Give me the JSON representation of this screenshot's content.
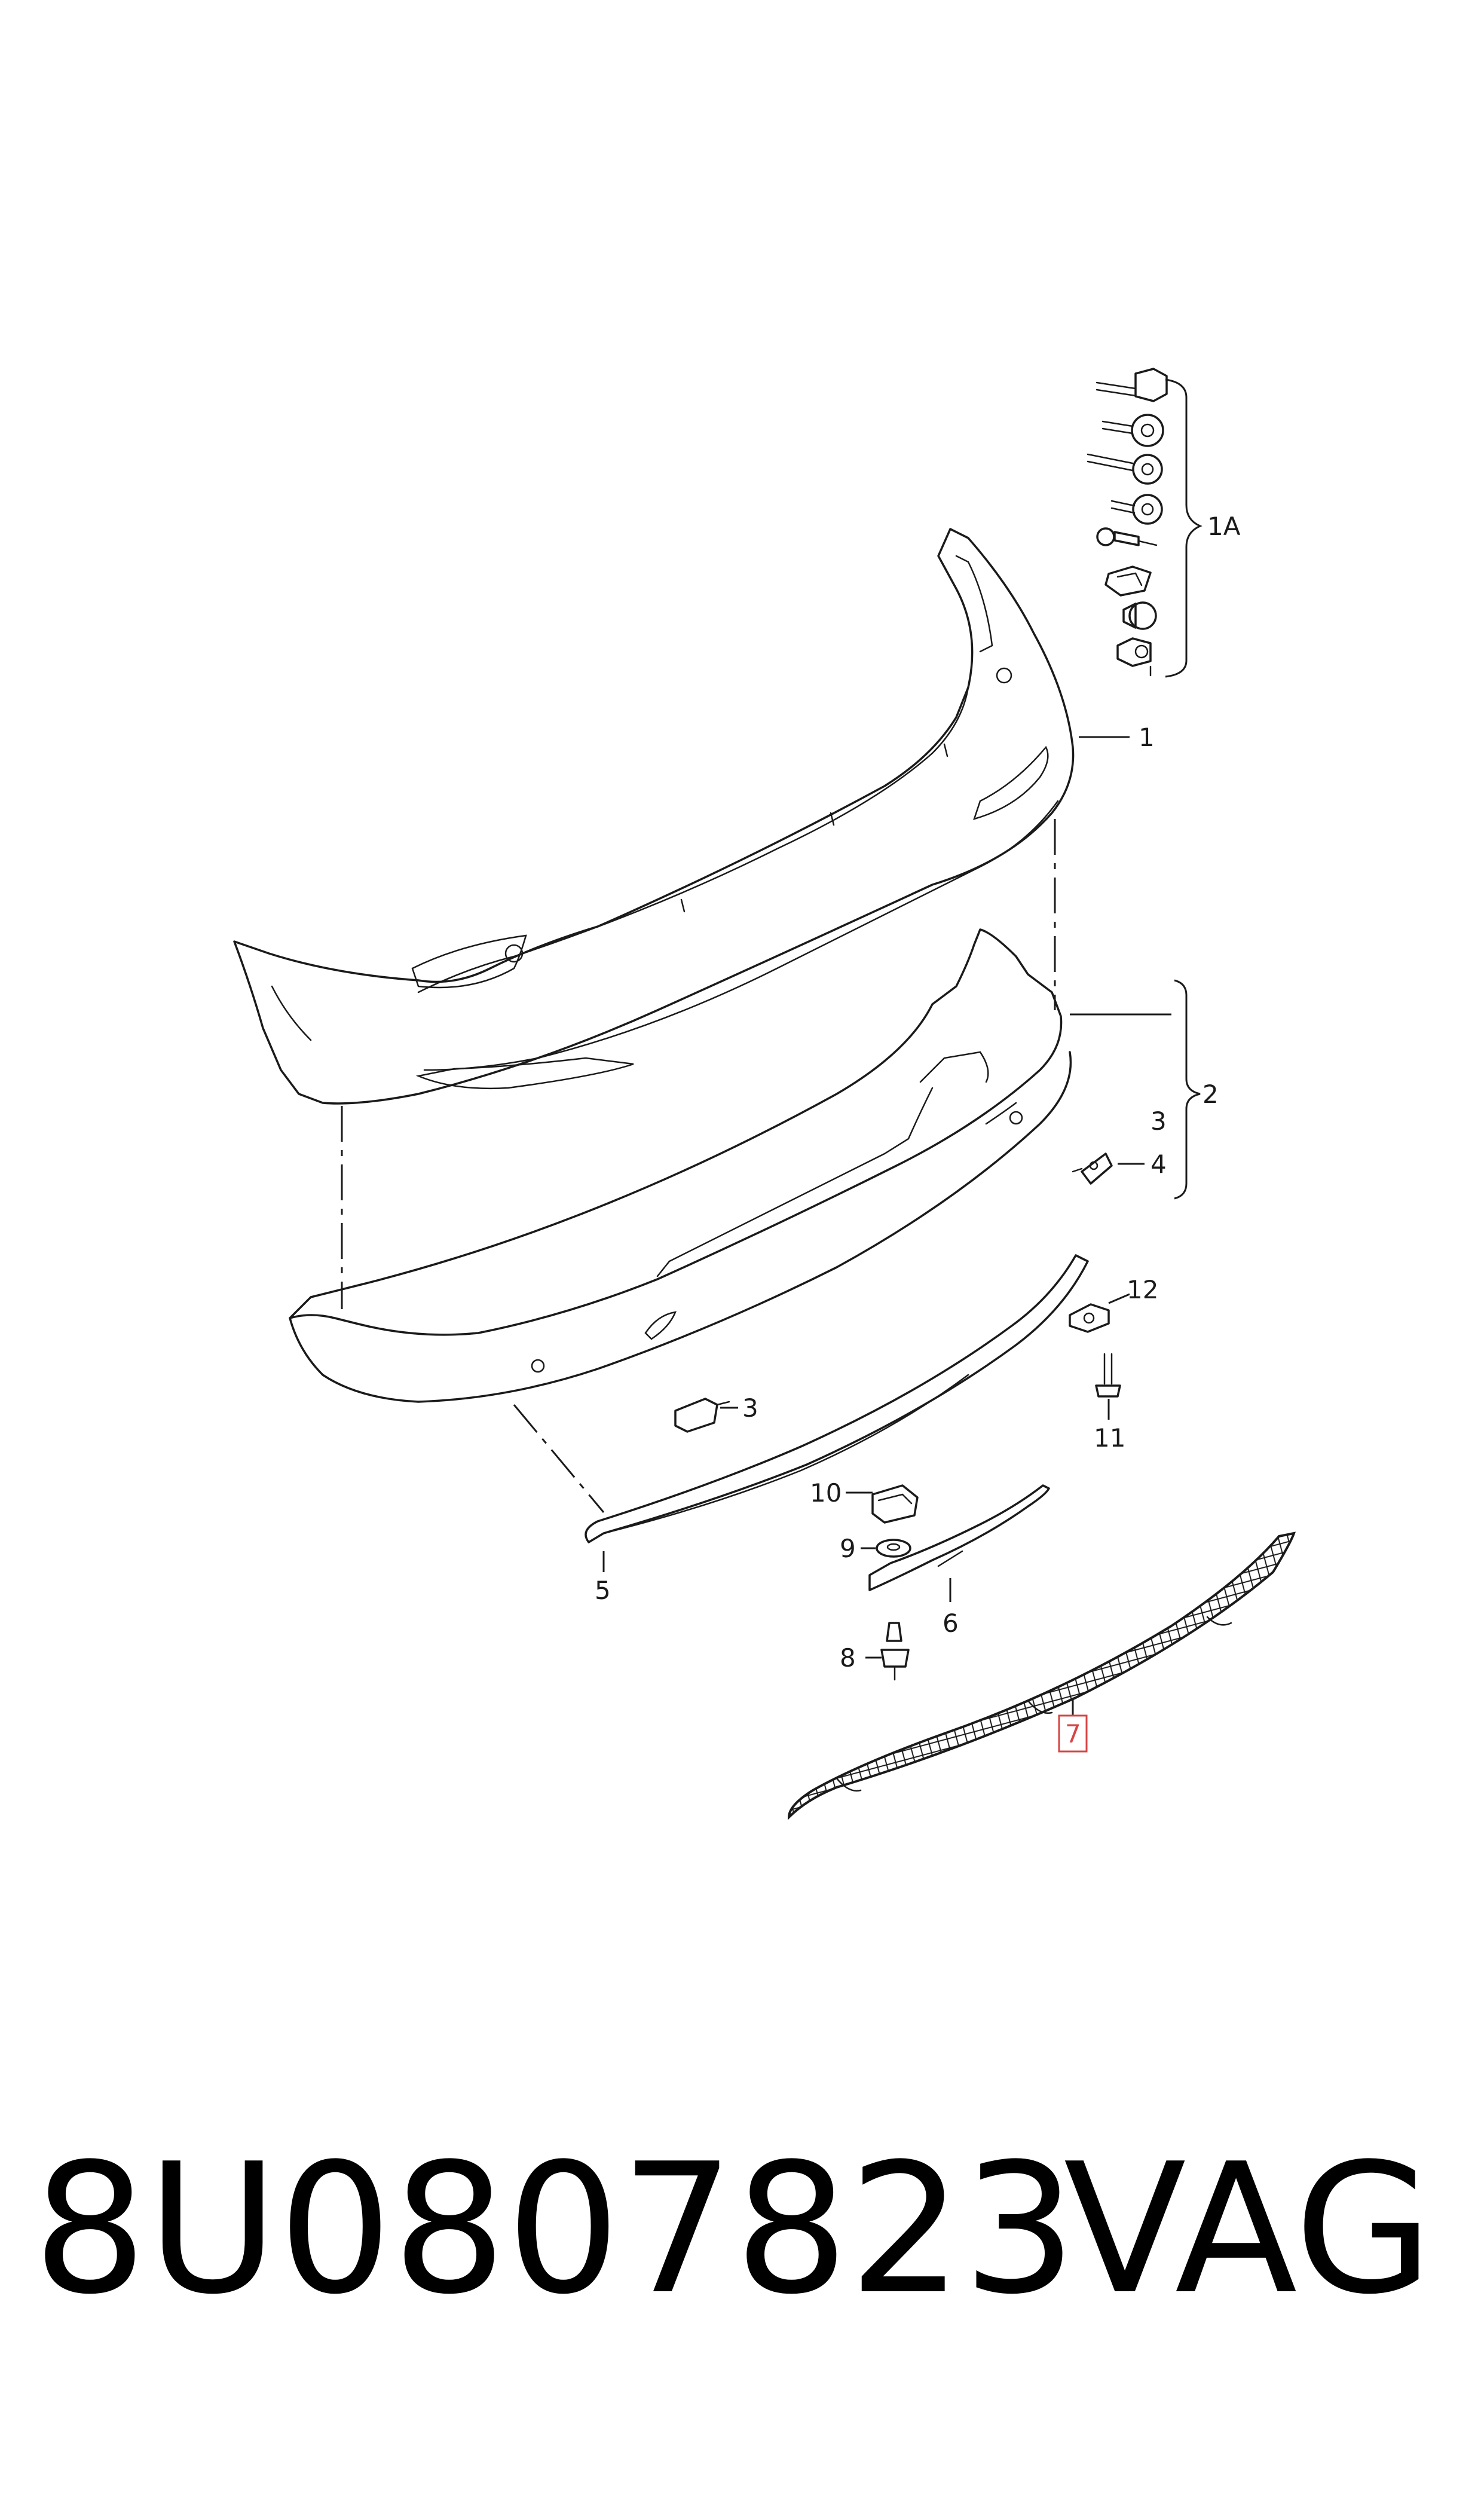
{
  "callouts": {
    "c1A": "1A",
    "c1": "1",
    "c2": "2",
    "c3a": "3",
    "c4": "4",
    "c12": "12",
    "c11": "11",
    "c3b": "3",
    "c10": "10",
    "c9": "9",
    "c5": "5",
    "c6": "6",
    "c8": "8",
    "c7": "7"
  },
  "highlighted_callout": "7",
  "highlight_color": "#d64545",
  "footer": {
    "part_number": "8U0807823",
    "brand": "VAG"
  }
}
